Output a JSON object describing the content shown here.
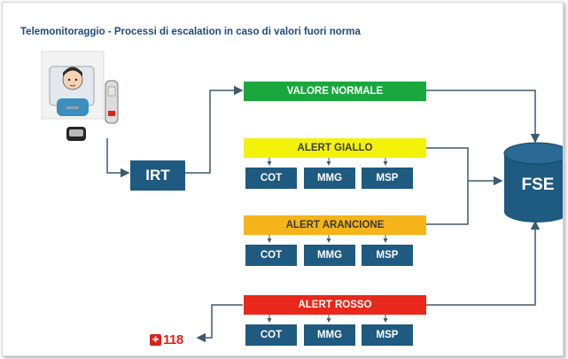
{
  "title": "Telemonitoraggio - Processi di escalation in caso di valori fuori norma",
  "nodes": {
    "irt": "IRT",
    "fse": "FSE",
    "emergency_number": "118"
  },
  "alerts": [
    {
      "id": "normal",
      "label": "VALORE NORMALE",
      "color": "#1aa83e",
      "roles": []
    },
    {
      "id": "yellow",
      "label": "ALERT GIALLO",
      "color": "#f2f20a",
      "roles": [
        "COT",
        "MMG",
        "MSP"
      ]
    },
    {
      "id": "orange",
      "label": "ALERT ARANCIONE",
      "color": "#f5b41a",
      "roles": [
        "COT",
        "MMG",
        "MSP"
      ]
    },
    {
      "id": "red",
      "label": "ALERT ROSSO",
      "color": "#e8281a",
      "roles": [
        "COT",
        "MMG",
        "MSP"
      ]
    }
  ],
  "colors": {
    "title": "#1f4a78",
    "role_box": "#1f5a80",
    "connector": "#3d5a6f",
    "fse_cylinder": "#1f5a80",
    "emergency": "#d8241c"
  },
  "icons": {
    "patient": "patient-with-device-icon",
    "emergency": "ambulance-118-icon",
    "database": "database-cylinder-icon"
  }
}
